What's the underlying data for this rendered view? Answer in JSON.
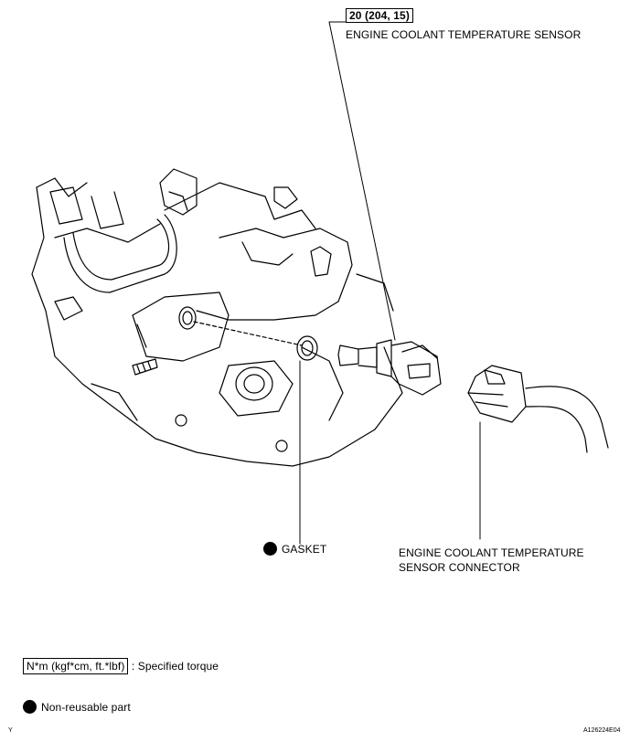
{
  "torque_spec": "20 (204, 15)",
  "callouts": {
    "sensor": "ENGINE COOLANT TEMPERATURE SENSOR",
    "gasket": "GASKET",
    "connector_line1": "ENGINE COOLANT TEMPERATURE",
    "connector_line2": "SENSOR CONNECTOR"
  },
  "legend": {
    "torque_units": "N*m (kgf*cm, ft.*lbf)",
    "torque_desc": ": Specified torque",
    "nonreusable": "Non-reusable part"
  },
  "corner": {
    "left": "Y",
    "right": "A126224E04"
  },
  "colors": {
    "ink": "#000000",
    "background": "#ffffff"
  }
}
